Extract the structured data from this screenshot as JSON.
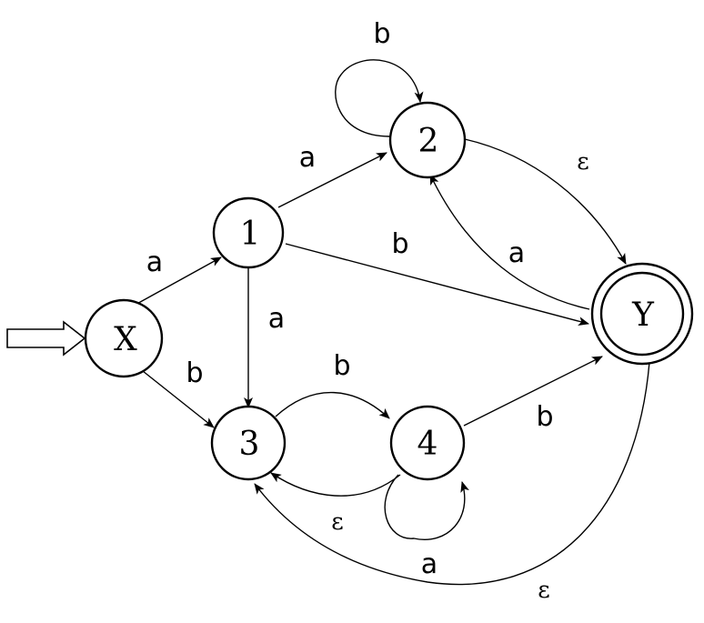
{
  "states": {
    "X": "X",
    "s1": "1",
    "s2": "2",
    "s3": "3",
    "s4": "4",
    "Y": "Y"
  },
  "start_state": "X",
  "accepting_states": [
    "Y"
  ],
  "transitions": [
    {
      "from": "X",
      "to": "1",
      "label": "a"
    },
    {
      "from": "X",
      "to": "3",
      "label": "b"
    },
    {
      "from": "1",
      "to": "2",
      "label": "a"
    },
    {
      "from": "1",
      "to": "3",
      "label": "a"
    },
    {
      "from": "1",
      "to": "Y",
      "label": "b"
    },
    {
      "from": "2",
      "to": "2",
      "label": "b"
    },
    {
      "from": "2",
      "to": "Y",
      "label": "ε"
    },
    {
      "from": "Y",
      "to": "2",
      "label": "a"
    },
    {
      "from": "3",
      "to": "4",
      "label": "b"
    },
    {
      "from": "4",
      "to": "3",
      "label": "ε"
    },
    {
      "from": "4",
      "to": "4",
      "label": "a"
    },
    {
      "from": "4",
      "to": "Y",
      "label": "b"
    },
    {
      "from": "Y",
      "to": "3",
      "label": "ε"
    }
  ],
  "labels": {
    "x_to_1": "a",
    "x_to_3": "b",
    "one_to_2": "a",
    "one_to_3": "a",
    "one_to_y": "b",
    "two_loop": "b",
    "two_to_y": "ε",
    "y_to_2": "a",
    "three_to_4": "b",
    "four_to_3": "ε",
    "four_loop": "a",
    "four_to_y": "b",
    "y_to_3": "ε"
  }
}
